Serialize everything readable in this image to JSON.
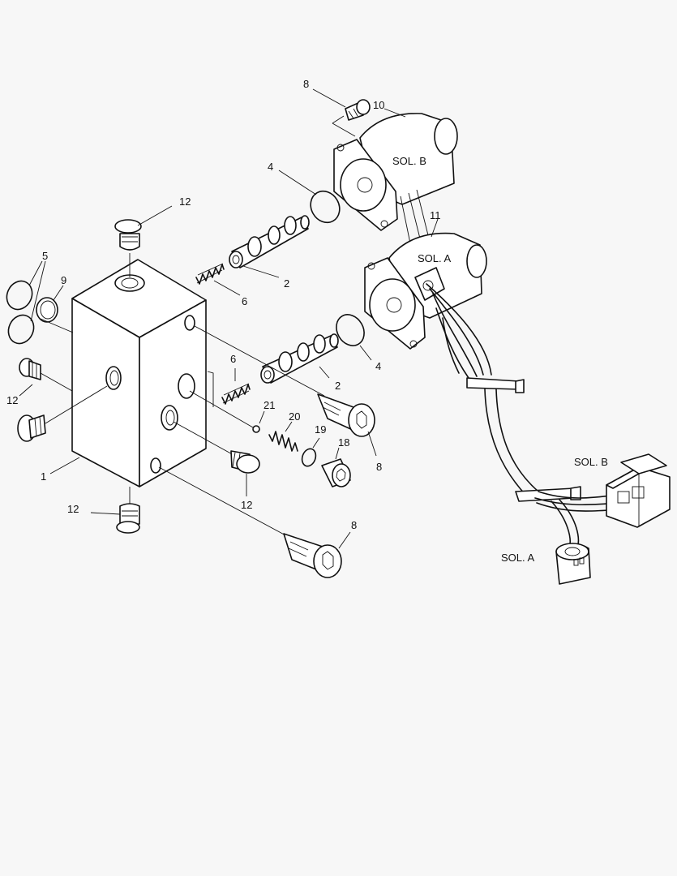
{
  "callouts": {
    "c8_top": "8",
    "c10": "10",
    "c4_top": "4",
    "c12_top": "12",
    "c11": "11",
    "c5": "5",
    "c9": "9",
    "c2_top": "2",
    "c6_top": "6",
    "c4_mid": "4",
    "c2_mid": "2",
    "c6_mid": "6",
    "c21": "21",
    "c20": "20",
    "c19": "19",
    "c18": "18",
    "c8_mid": "8",
    "c12_left": "12",
    "c1": "1",
    "c12_mid": "12",
    "c12_bottom": "12",
    "c8_bottom": "8"
  },
  "labels": {
    "sol_b_top": "SOL.  B",
    "sol_a_top": "SOL.  A",
    "sol_b_connector": "SOL.  B",
    "sol_a_connector": "SOL.  A"
  }
}
